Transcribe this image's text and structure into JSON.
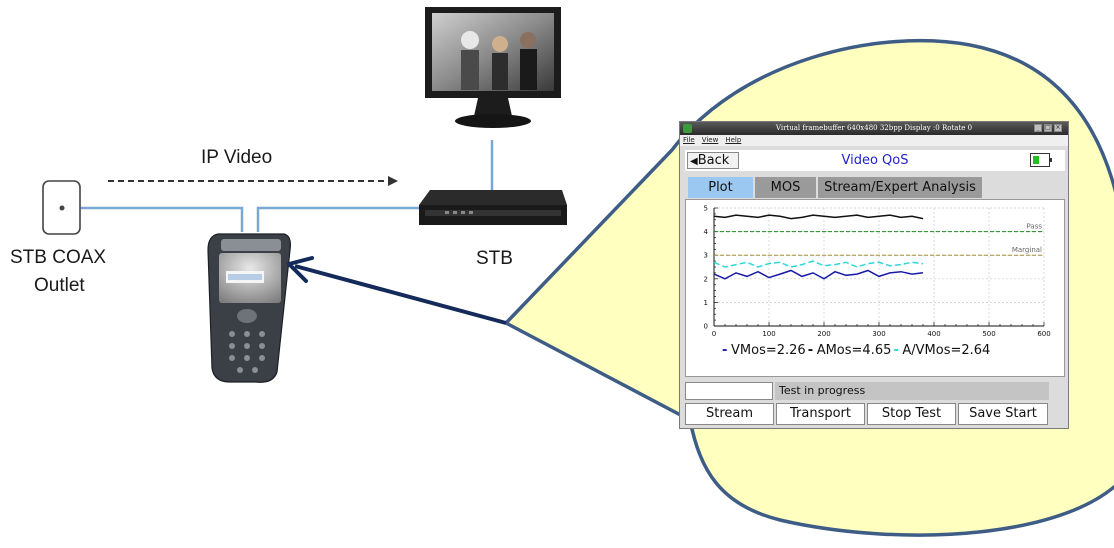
{
  "labels": {
    "ip_video": "IP Video",
    "stb_coax": "STB COAX",
    "outlet": "Outlet",
    "stb": "STB"
  },
  "device_screen": {
    "window_title": "Virtual framebuffer 640x480 32bpp Display :0 Rotate 0",
    "menu": [
      "File",
      "View",
      "Help"
    ],
    "back_label": "Back",
    "screen_title": "Video QoS",
    "tabs": [
      "Plot",
      "MOS",
      "Stream/Expert Analysis"
    ],
    "active_tab": "Plot",
    "status_text": "Test in progress",
    "buttons": [
      "Stream",
      "Transport",
      "Stop Test",
      "Save Start"
    ],
    "colors": {
      "vmos": "#1a1aa8",
      "amos": "#111111",
      "avmos": "#2fd8d8",
      "pass": "#1e8c1e",
      "marginal": "#a09030",
      "title": "#1f1fcc",
      "active_tab": "#9bc8f0",
      "callout": "#ffffc0"
    }
  },
  "chart_data": {
    "type": "line",
    "xlim": [
      0,
      600
    ],
    "ylim": [
      0,
      5
    ],
    "x_ticks": [
      0,
      100,
      200,
      300,
      400,
      500,
      600
    ],
    "y_ticks": [
      0,
      1,
      2,
      3,
      4,
      5
    ],
    "grid": true,
    "thresholds": [
      {
        "name": "Pass",
        "value": 4.0
      },
      {
        "name": "Marginal",
        "value": 3.0
      }
    ],
    "x": [
      0,
      20,
      40,
      60,
      80,
      100,
      120,
      140,
      160,
      180,
      200,
      220,
      240,
      260,
      280,
      300,
      320,
      340,
      360,
      380
    ],
    "series": [
      {
        "key": "amos",
        "values": [
          4.65,
          4.6,
          4.7,
          4.65,
          4.6,
          4.7,
          4.65,
          4.55,
          4.6,
          4.7,
          4.65,
          4.6,
          4.65,
          4.7,
          4.6,
          4.65,
          4.7,
          4.6,
          4.65,
          4.55
        ]
      },
      {
        "key": "avmos",
        "values": [
          2.7,
          2.5,
          2.6,
          2.7,
          2.5,
          2.65,
          2.7,
          2.5,
          2.6,
          2.75,
          2.55,
          2.6,
          2.7,
          2.5,
          2.65,
          2.7,
          2.55,
          2.6,
          2.7,
          2.64
        ]
      },
      {
        "key": "vmos",
        "values": [
          2.2,
          2.0,
          2.25,
          2.1,
          2.3,
          2.05,
          2.2,
          2.35,
          2.1,
          2.25,
          2.0,
          2.3,
          2.15,
          2.2,
          2.35,
          2.1,
          2.25,
          2.3,
          2.2,
          2.26
        ]
      }
    ],
    "legend": [
      {
        "key": "vmos",
        "text": "VMos=2.26"
      },
      {
        "key": "amos",
        "text": "AMos=4.65"
      },
      {
        "key": "avmos",
        "text": "A/VMos=2.64"
      }
    ]
  }
}
